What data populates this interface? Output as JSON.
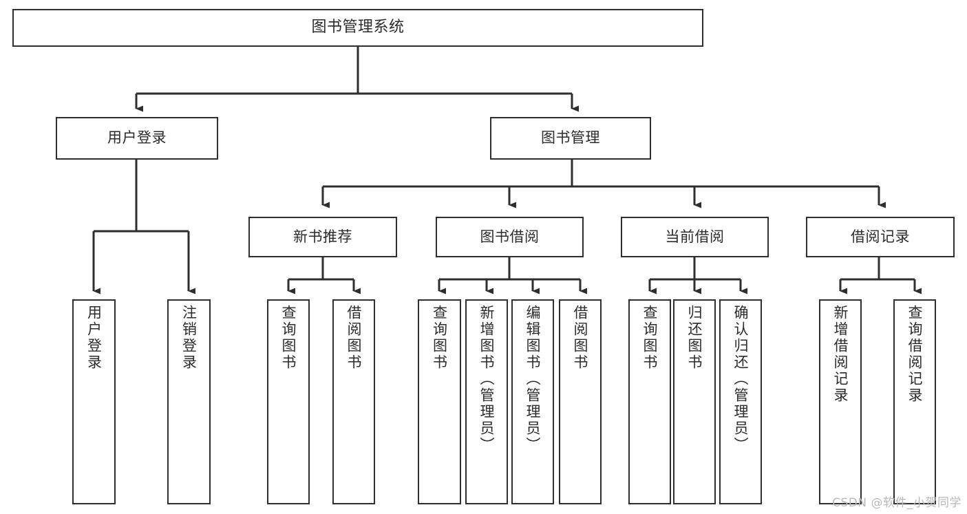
{
  "diagram": {
    "title": "图书管理系统",
    "type": "tree-hierarchy-chart",
    "watermark": "CSDN @软件_小贺同学",
    "colors": {
      "box_stroke": "#2e2e2e",
      "box_fill": "#ffffff",
      "connector": "#2e2e2e",
      "text": "#2b2b2b",
      "watermark": "#b9b9b9",
      "background": "#ffffff"
    },
    "root": {
      "label": "图书管理系统"
    },
    "level2": [
      {
        "label": "用户登录"
      },
      {
        "label": "图书管理"
      }
    ],
    "level3": [
      {
        "label": "新书推荐"
      },
      {
        "label": "图书借阅"
      },
      {
        "label": "当前借阅"
      },
      {
        "label": "借阅记录"
      }
    ],
    "leaves": {
      "user_login": [
        {
          "label": "用户登录"
        },
        {
          "label": "注销登录"
        }
      ],
      "new_book_recommend": [
        {
          "label": "查询图书"
        },
        {
          "label": "借阅图书"
        }
      ],
      "book_borrow": [
        {
          "label": "查询图书"
        },
        {
          "label": "新增图书（管理员）"
        },
        {
          "label": "编辑图书（管理员）"
        },
        {
          "label": "借阅图书"
        }
      ],
      "current_borrow": [
        {
          "label": "查询图书"
        },
        {
          "label": "归还图书"
        },
        {
          "label": "确认归还（管理员）"
        }
      ],
      "borrow_records": [
        {
          "label": "新增借阅记录"
        },
        {
          "label": "查询借阅记录"
        }
      ]
    }
  }
}
